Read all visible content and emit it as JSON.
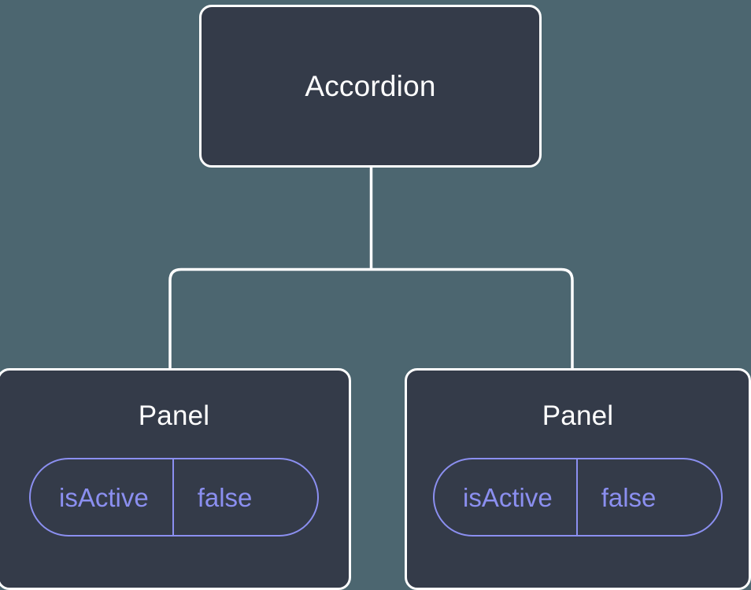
{
  "diagram": {
    "type": "component-tree",
    "background_color": "#4c6670",
    "node_fill_color": "#343b49",
    "node_border_color": "#ffffff",
    "edge_color": "#ffffff",
    "prop_accent_color": "#8b8ff0",
    "root": {
      "label": "Accordion"
    },
    "children": [
      {
        "label": "Panel",
        "props": [
          {
            "key": "isActive",
            "value": "false"
          }
        ]
      },
      {
        "label": "Panel",
        "props": [
          {
            "key": "isActive",
            "value": "false"
          }
        ]
      }
    ]
  }
}
